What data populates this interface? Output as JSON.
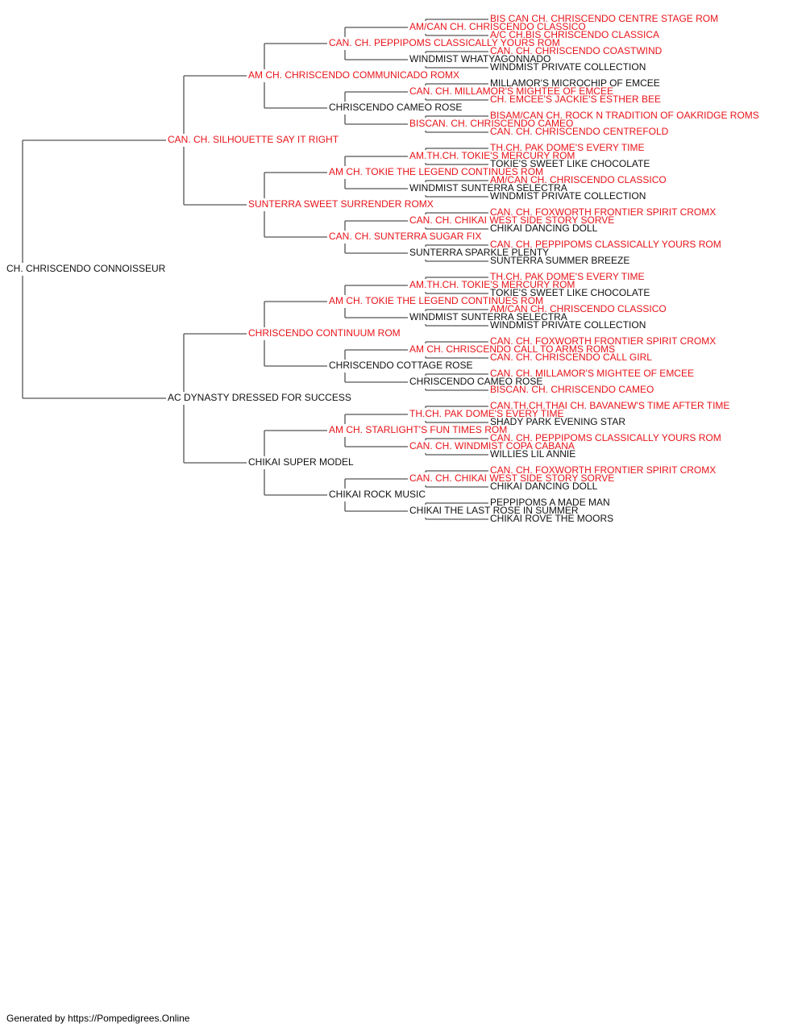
{
  "colors": {
    "titled": "#e8141a",
    "plain": "#111111",
    "connector": "#555555"
  },
  "pedigree": {
    "name": "CH. CHRISCENDO CONNOISSEUR",
    "titled": false,
    "sire": {
      "name": "CAN. CH. SILHOUETTE SAY IT RIGHT",
      "titled": true,
      "sire": {
        "name": "AM CH. CHRISCENDO COMMUNICADO ROMX",
        "titled": true,
        "sire": {
          "name": "CAN. CH. PEPPIPOMS CLASSICALLY YOURS ROM",
          "titled": true,
          "sire": {
            "name": "AM/CAN CH. CHRISCENDO CLASSICO",
            "titled": true,
            "sire": {
              "name": "BIS CAN CH. CHRISCENDO CENTRE STAGE ROM",
              "titled": true
            },
            "dam": {
              "name": "A/C CH.BIS CHRISCENDO CLASSICA",
              "titled": true
            }
          },
          "dam": {
            "name": "WINDMIST WHATYAGONNADO",
            "titled": false,
            "sire": {
              "name": "CAN. CH. CHRISCENDO COASTWIND",
              "titled": true
            },
            "dam": {
              "name": "WINDMIST PRIVATE COLLECTION",
              "titled": false
            }
          }
        },
        "dam": {
          "name": "CHRISCENDO CAMEO ROSE",
          "titled": false,
          "sire": {
            "name": "CAN. CH. MILLAMOR'S MIGHTEE OF EMCEE",
            "titled": true,
            "sire": {
              "name": "MILLAMOR'S MICROCHIP OF EMCEE",
              "titled": false
            },
            "dam": {
              "name": "CH. EMCEE'S JACKIE'S ESTHER BEE",
              "titled": true
            }
          },
          "dam": {
            "name": "BISCAN. CH. CHRISCENDO CAMEO",
            "titled": true,
            "sire": {
              "name": "BISAM/CAN CH. ROCK N TRADITION OF OAKRIDGE ROMS",
              "titled": true
            },
            "dam": {
              "name": "CAN. CH. CHRISCENDO CENTREFOLD",
              "titled": true
            }
          }
        }
      },
      "dam": {
        "name": "SUNTERRA SWEET SURRENDER ROMX",
        "titled": true,
        "sire": {
          "name": "AM CH. TOKIE THE LEGEND CONTINUES ROM",
          "titled": true,
          "sire": {
            "name": "AM.TH.CH. TOKIE'S MERCURY ROM",
            "titled": true,
            "sire": {
              "name": "TH.CH. PAK DOME'S EVERY TIME",
              "titled": true
            },
            "dam": {
              "name": "TOKIE'S SWEET LIKE CHOCOLATE",
              "titled": false
            }
          },
          "dam": {
            "name": "WINDMIST SUNTERRA SELECTRA",
            "titled": false,
            "sire": {
              "name": "AM/CAN CH. CHRISCENDO CLASSICO",
              "titled": true
            },
            "dam": {
              "name": "WINDMIST PRIVATE COLLECTION",
              "titled": false
            }
          }
        },
        "dam": {
          "name": "CAN. CH. SUNTERRA SUGAR FIX",
          "titled": true,
          "sire": {
            "name": "CAN. CH. CHIKAI WEST SIDE STORY SORVE",
            "titled": true,
            "sire": {
              "name": "CAN. CH. FOXWORTH FRONTIER SPIRIT CROMX",
              "titled": true
            },
            "dam": {
              "name": "CHIKAI DANCING DOLL",
              "titled": false
            }
          },
          "dam": {
            "name": "SUNTERRA SPARKLE PLENTY",
            "titled": false,
            "sire": {
              "name": "CAN. CH. PEPPIPOMS CLASSICALLY YOURS ROM",
              "titled": true
            },
            "dam": {
              "name": "SUNTERRA SUMMER BREEZE",
              "titled": false
            }
          }
        }
      }
    },
    "dam": {
      "name": "AC DYNASTY DRESSED FOR SUCCESS",
      "titled": false,
      "sire": {
        "name": "CHRISCENDO CONTINUUM ROM",
        "titled": true,
        "sire": {
          "name": "AM CH. TOKIE THE LEGEND CONTINUES ROM",
          "titled": true,
          "sire": {
            "name": "AM.TH.CH. TOKIE'S MERCURY ROM",
            "titled": true,
            "sire": {
              "name": "TH.CH. PAK DOME'S EVERY TIME",
              "titled": true
            },
            "dam": {
              "name": "TOKIE'S SWEET LIKE CHOCOLATE",
              "titled": false
            }
          },
          "dam": {
            "name": "WINDMIST SUNTERRA SELECTRA",
            "titled": false,
            "sire": {
              "name": "AM/CAN CH. CHRISCENDO CLASSICO",
              "titled": true
            },
            "dam": {
              "name": "WINDMIST PRIVATE COLLECTION",
              "titled": false
            }
          }
        },
        "dam": {
          "name": "CHRISCENDO COTTAGE ROSE",
          "titled": false,
          "sire": {
            "name": "AM CH. CHRISCENDO CALL TO ARMS ROMS",
            "titled": true,
            "sire": {
              "name": "CAN. CH. FOXWORTH FRONTIER SPIRIT CROMX",
              "titled": true
            },
            "dam": {
              "name": "CAN. CH. CHRISCENDO CALL GIRL",
              "titled": true
            }
          },
          "dam": {
            "name": "CHRISCENDO CAMEO ROSE",
            "titled": false,
            "sire": {
              "name": "CAN. CH. MILLAMOR'S MIGHTEE OF EMCEE",
              "titled": true
            },
            "dam": {
              "name": "BISCAN. CH. CHRISCENDO CAMEO",
              "titled": true
            }
          }
        }
      },
      "dam": {
        "name": "CHIKAI SUPER MODEL",
        "titled": false,
        "sire": {
          "name": "AM CH. STARLIGHT'S FUN TIMES ROM",
          "titled": true,
          "sire": {
            "name": "TH.CH. PAK DOME'S EVERY TIME",
            "titled": true,
            "sire": {
              "name": "CAN.TH.CH.THAI CH. BAVANEW'S TIME AFTER TIME",
              "titled": true
            },
            "dam": {
              "name": "SHADY PARK EVENING STAR",
              "titled": false
            }
          },
          "dam": {
            "name": "CAN. CH. WINDMIST COPA CABANA",
            "titled": true,
            "sire": {
              "name": "CAN. CH. PEPPIPOMS CLASSICALLY YOURS ROM",
              "titled": true
            },
            "dam": {
              "name": "WILLIES LIL ANNIE",
              "titled": false
            }
          }
        },
        "dam": {
          "name": "CHIKAI ROCK MUSIC",
          "titled": false,
          "sire": {
            "name": "CAN. CH. CHIKAI WEST SIDE STORY SORVE",
            "titled": true,
            "sire": {
              "name": "CAN. CH. FOXWORTH FRONTIER SPIRIT CROMX",
              "titled": true
            },
            "dam": {
              "name": "CHIKAI DANCING DOLL",
              "titled": false
            }
          },
          "dam": {
            "name": "CHIKAI THE LAST ROSE IN SUMMER",
            "titled": false,
            "sire": {
              "name": "PEPPIPOMS A MADE MAN",
              "titled": false
            },
            "dam": {
              "name": "CHIKAI ROVE THE MOORS",
              "titled": false
            }
          }
        }
      }
    }
  },
  "footer": {
    "text": "Generated by https://Pompedigrees.Online"
  }
}
